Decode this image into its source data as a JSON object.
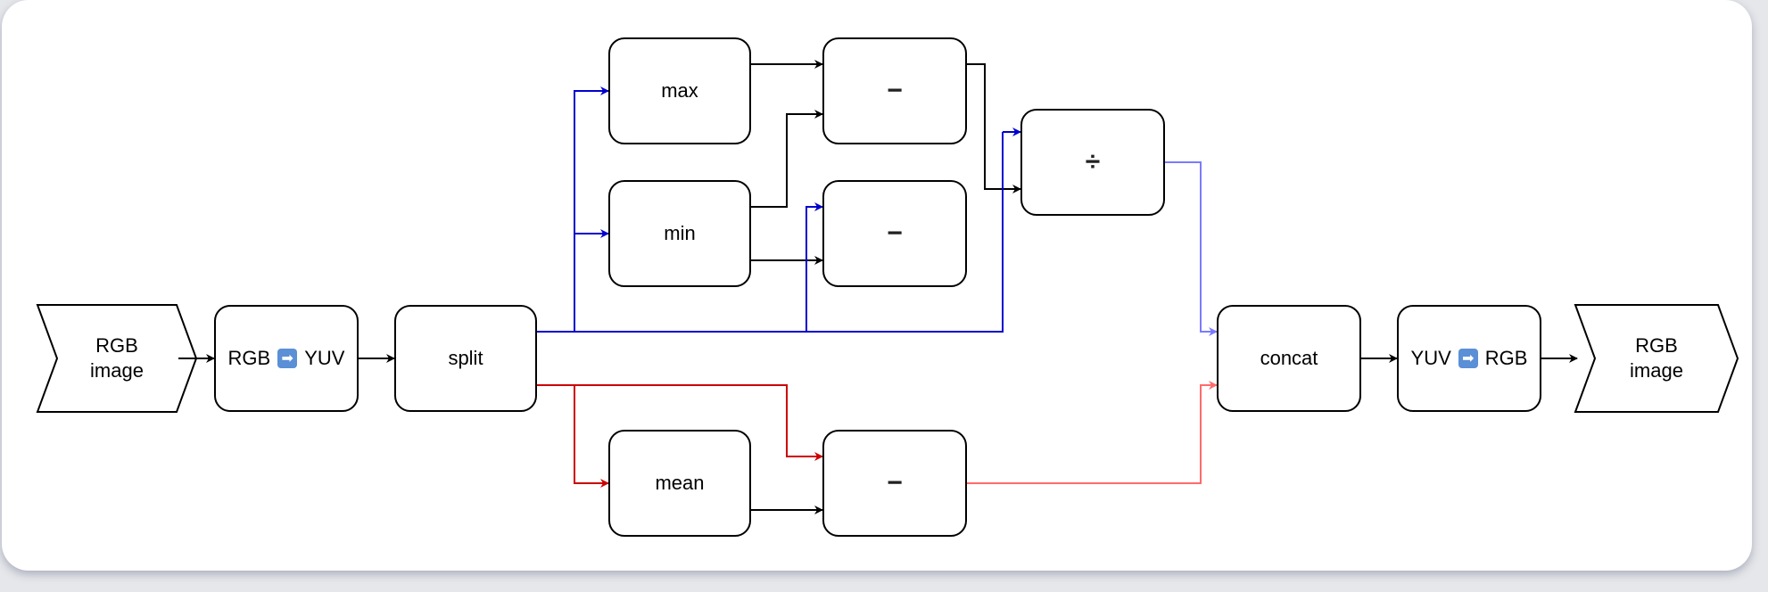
{
  "nodes": {
    "rgb_image_in": "RGB\nimage",
    "rgb_to_yuv": {
      "left": "RGB",
      "arrow": "➡",
      "right": "YUV"
    },
    "split": "split",
    "max": "max",
    "min": "min",
    "mean": "mean",
    "sub_top": "−",
    "sub_mid": "−",
    "sub_bottom": "−",
    "divide": "÷",
    "concat": "concat",
    "yuv_to_rgb": {
      "left": "YUV",
      "arrow": "➡",
      "right": "RGB"
    },
    "rgb_image_out": "RGB\nimage"
  },
  "colors": {
    "black_edge": "#000000",
    "blue_edge": "#0000cc",
    "light_blue_edge": "#7a7aff",
    "red_edge": "#cc0000",
    "light_red_edge": "#ff6b6b"
  }
}
